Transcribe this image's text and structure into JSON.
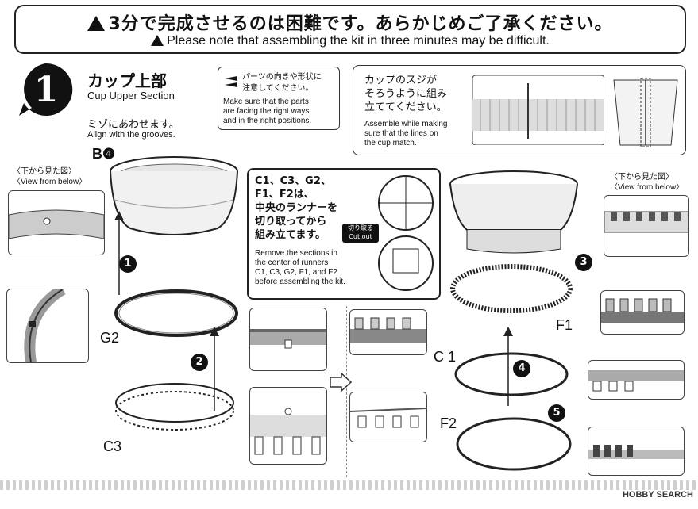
{
  "banner": {
    "jp": "3分で完成させるのは困難です。あらかじめご了承ください。",
    "en": "Please note that assembling the kit in three minutes may be difficult."
  },
  "step": {
    "number": "1",
    "title_jp": "カップ上部",
    "title_en": "Cup Upper Section",
    "hint_jp": "ミゾにあわせます。",
    "hint_en": "Align with the grooves."
  },
  "note_box": {
    "jp": "パーツの向きや形状に\n注意してください。",
    "en": "Make sure that the parts\nare facing the right ways\nand in the right positions."
  },
  "cup_box": {
    "jp": "カップのスジが\nそろうように組み\n立ててください。",
    "en": "Assemble while making\nsure that the lines on\nthe cup match."
  },
  "runner_box": {
    "jp": "C1、C3、G2、\nF1、F2は、\n中央のランナーを\n切り取ってから\n組み立てます。",
    "cutout_jp": "切り取る",
    "cutout_en": "Cut out",
    "en": "Remove the sections in\nthe center of runners\nC1, C3, G2, F1, and F2\nbefore assembling the kit."
  },
  "view_below": {
    "jp": "〈下から見た図〉",
    "en": "〈View from below〉"
  },
  "parts": {
    "b4": "B❹",
    "g2": "G2",
    "c3": "C3",
    "c1": "C 1",
    "f1": "F1",
    "f2": "F2"
  },
  "order": [
    "1",
    "2",
    "3",
    "4",
    "5"
  ],
  "watermark": "HOBBY SEARCH"
}
